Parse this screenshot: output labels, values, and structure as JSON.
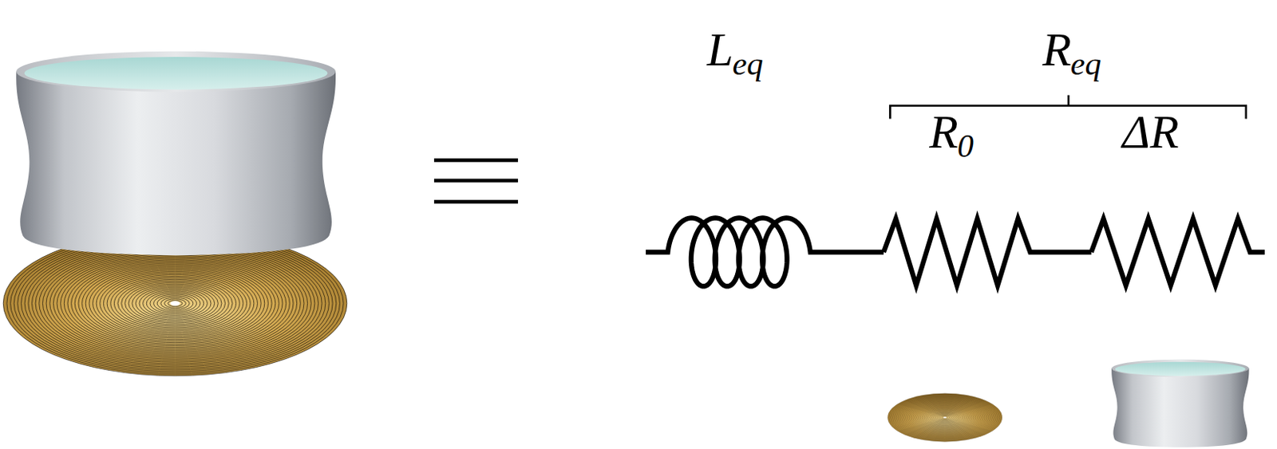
{
  "diagram": {
    "labels": [
      "L",
      "eq",
      "R",
      "eq",
      "R",
      "0",
      "ΔR"
    ]
  }
}
